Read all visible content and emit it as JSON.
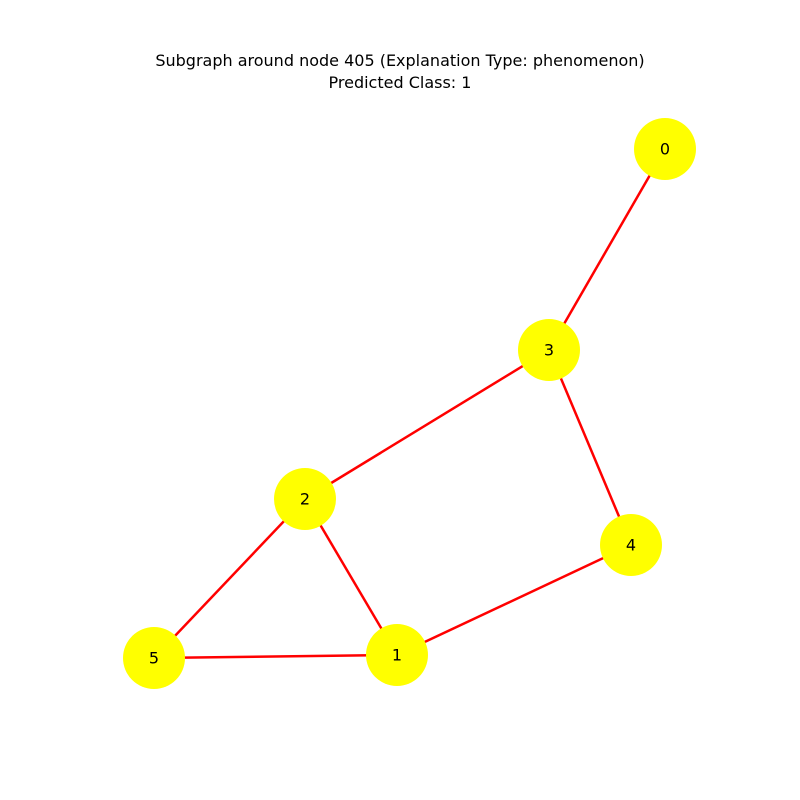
{
  "title": {
    "line1": "Subgraph around node 405 (Explanation Type: phenomenon)",
    "line2": "Predicted Class: 1"
  },
  "colors": {
    "node_fill": "#ffff00",
    "edge_stroke": "#ff0000",
    "label": "#000000"
  },
  "graph": {
    "nodes": [
      {
        "id": "0",
        "label": "0"
      },
      {
        "id": "1",
        "label": "1"
      },
      {
        "id": "2",
        "label": "2"
      },
      {
        "id": "3",
        "label": "3"
      },
      {
        "id": "4",
        "label": "4"
      },
      {
        "id": "5",
        "label": "5"
      }
    ],
    "edges": [
      [
        "0",
        "3"
      ],
      [
        "3",
        "2"
      ],
      [
        "3",
        "4"
      ],
      [
        "2",
        "5"
      ],
      [
        "2",
        "1"
      ],
      [
        "5",
        "1"
      ],
      [
        "1",
        "4"
      ]
    ]
  }
}
